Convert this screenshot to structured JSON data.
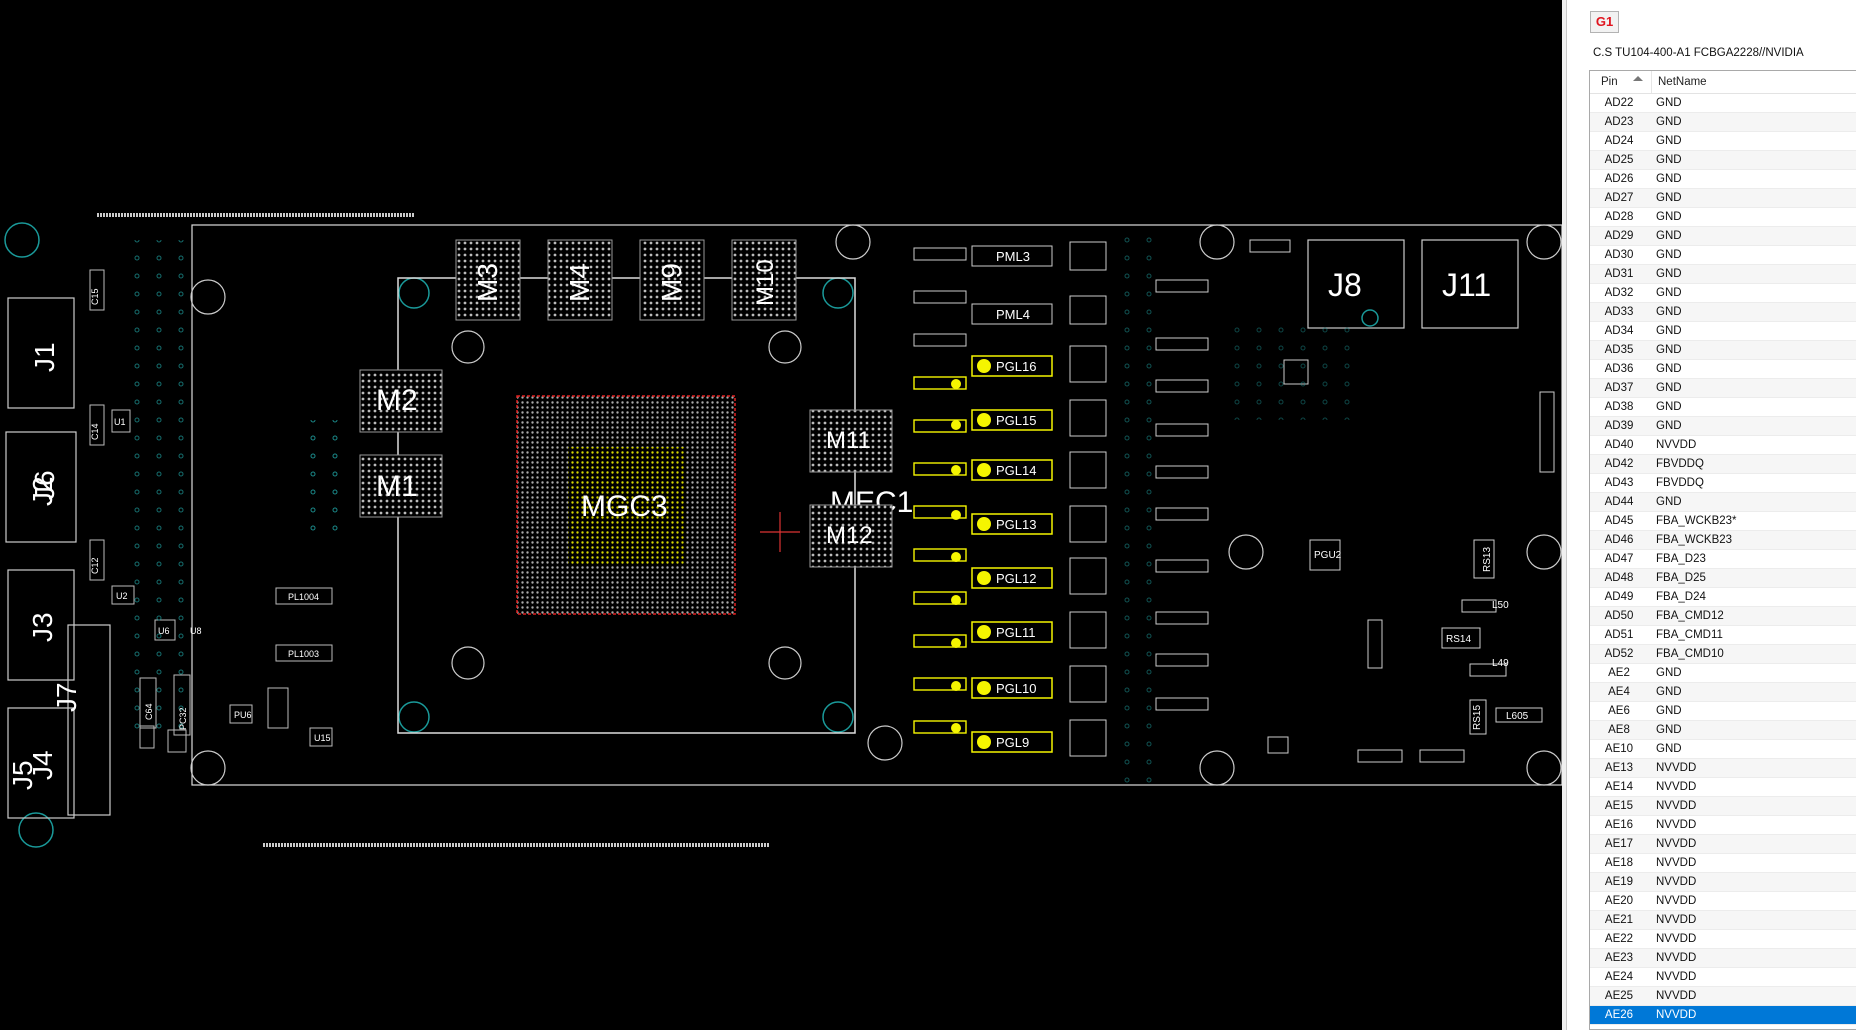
{
  "board": {
    "labels": {
      "gpu": "MGC3",
      "mec": "MEC1",
      "m1": "M1",
      "m2": "M2",
      "m3": "M3",
      "m4": "M4",
      "m9": "M9",
      "m10": "M10",
      "m11": "M11",
      "m12": "M12",
      "j1": "J1",
      "j2": "J2",
      "j3": "J3",
      "j4": "J4",
      "j5": "J5",
      "j6": "J6",
      "j7": "J7",
      "j8": "J8",
      "j11": "J11",
      "pml3": "PML3",
      "pml4": "PML4",
      "pgl9": "PGL9",
      "pgl10": "PGL10",
      "pgl11": "PGL11",
      "pgl12": "PGL12",
      "pgl13": "PGL13",
      "pgl14": "PGL14",
      "pgl15": "PGL15",
      "pgl16": "PGL16",
      "pl1004": "PL1004",
      "pl1003": "PL1003",
      "c14": "C14",
      "c15": "C15",
      "c12": "C12",
      "c64": "C64",
      "pc32": "PC32",
      "u1": "U1",
      "u2": "U2",
      "u6": "U6",
      "u8": "U8",
      "u15": "U15",
      "pu6": "PU6",
      "rs14": "RS14",
      "rs13": "RS13",
      "rs15": "RS15",
      "l50": "L50",
      "l49": "L49",
      "l605": "L605",
      "pgu2": "PGU2"
    },
    "highlight_color": "#f5f500",
    "trace_color": "#e6e6e6"
  },
  "panel": {
    "component_badge": "G1",
    "component_desc": "C.S TU104-400-A1 FCBGA2228//NVIDIA",
    "columns": {
      "pin": "Pin",
      "net": "NetName"
    },
    "sort_icon": "sort-ascending-icon",
    "rows": [
      {
        "pin": "AD22",
        "net": "GND"
      },
      {
        "pin": "AD23",
        "net": "GND"
      },
      {
        "pin": "AD24",
        "net": "GND"
      },
      {
        "pin": "AD25",
        "net": "GND"
      },
      {
        "pin": "AD26",
        "net": "GND"
      },
      {
        "pin": "AD27",
        "net": "GND"
      },
      {
        "pin": "AD28",
        "net": "GND"
      },
      {
        "pin": "AD29",
        "net": "GND"
      },
      {
        "pin": "AD30",
        "net": "GND"
      },
      {
        "pin": "AD31",
        "net": "GND"
      },
      {
        "pin": "AD32",
        "net": "GND"
      },
      {
        "pin": "AD33",
        "net": "GND"
      },
      {
        "pin": "AD34",
        "net": "GND"
      },
      {
        "pin": "AD35",
        "net": "GND"
      },
      {
        "pin": "AD36",
        "net": "GND"
      },
      {
        "pin": "AD37",
        "net": "GND"
      },
      {
        "pin": "AD38",
        "net": "GND"
      },
      {
        "pin": "AD39",
        "net": "GND"
      },
      {
        "pin": "AD40",
        "net": "NVVDD"
      },
      {
        "pin": "AD42",
        "net": "FBVDDQ"
      },
      {
        "pin": "AD43",
        "net": "FBVDDQ"
      },
      {
        "pin": "AD44",
        "net": "GND"
      },
      {
        "pin": "AD45",
        "net": "FBA_WCKB23*"
      },
      {
        "pin": "AD46",
        "net": "FBA_WCKB23"
      },
      {
        "pin": "AD47",
        "net": "FBA_D23"
      },
      {
        "pin": "AD48",
        "net": "FBA_D25"
      },
      {
        "pin": "AD49",
        "net": "FBA_D24"
      },
      {
        "pin": "AD50",
        "net": "FBA_CMD12"
      },
      {
        "pin": "AD51",
        "net": "FBA_CMD11"
      },
      {
        "pin": "AD52",
        "net": "FBA_CMD10"
      },
      {
        "pin": "AE2",
        "net": "GND"
      },
      {
        "pin": "AE4",
        "net": "GND"
      },
      {
        "pin": "AE6",
        "net": "GND"
      },
      {
        "pin": "AE8",
        "net": "GND"
      },
      {
        "pin": "AE10",
        "net": "GND"
      },
      {
        "pin": "AE13",
        "net": "NVVDD"
      },
      {
        "pin": "AE14",
        "net": "NVVDD"
      },
      {
        "pin": "AE15",
        "net": "NVVDD"
      },
      {
        "pin": "AE16",
        "net": "NVVDD"
      },
      {
        "pin": "AE17",
        "net": "NVVDD"
      },
      {
        "pin": "AE18",
        "net": "NVVDD"
      },
      {
        "pin": "AE19",
        "net": "NVVDD"
      },
      {
        "pin": "AE20",
        "net": "NVVDD"
      },
      {
        "pin": "AE21",
        "net": "NVVDD"
      },
      {
        "pin": "AE22",
        "net": "NVVDD"
      },
      {
        "pin": "AE23",
        "net": "NVVDD"
      },
      {
        "pin": "AE24",
        "net": "NVVDD"
      },
      {
        "pin": "AE25",
        "net": "NVVDD"
      },
      {
        "pin": "AE26",
        "net": "NVVDD"
      }
    ],
    "selected_pin": "AE26",
    "selected_color": "#0078d7"
  }
}
